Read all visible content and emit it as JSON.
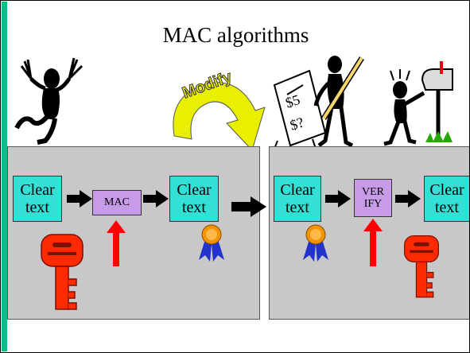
{
  "title": "MAC algorithms",
  "modify_label": "Modify",
  "left_panel": {
    "box1": {
      "line1": "Clear",
      "line2": "text"
    },
    "mac": "MAC",
    "box2": {
      "line1": "Clear",
      "line2": "text"
    }
  },
  "right_panel": {
    "box1": {
      "line1": "Clear",
      "line2": "text"
    },
    "verify": {
      "line1": "VER",
      "line2": "IFY"
    },
    "box2": {
      "line1": "Clear",
      "line2": "text"
    }
  },
  "colors": {
    "accent_bar": "#00c08a",
    "panel_bg": "#c8c8c8",
    "clear_box": "#33e0d6",
    "op_box": "#c79be8",
    "key": "#ff2a00",
    "red_arrow": "#ff0000",
    "modify_arrow": "#e8f000",
    "ribbon_gold": "#f29400",
    "ribbon_blue": "#2233cc"
  },
  "icons": [
    "dancing-figure-icon",
    "figure-writing-check-icon",
    "figure-at-mailbox-icon",
    "key-icon",
    "ribbon-seal-icon",
    "arrow-right-icon",
    "red-up-arrow-icon",
    "curved-modify-arrow-icon"
  ]
}
